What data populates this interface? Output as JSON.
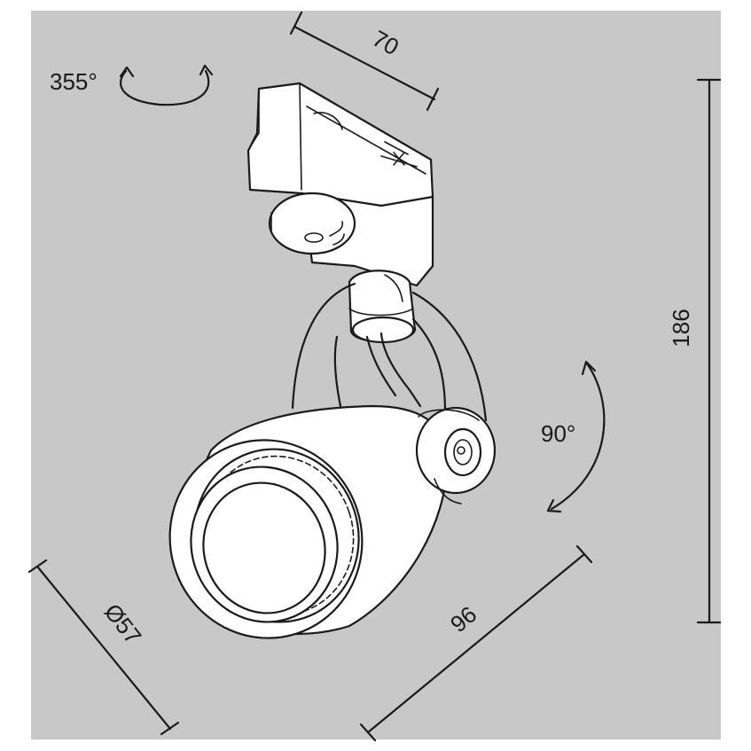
{
  "colors": {
    "background": "#c8c8c8",
    "line": "#1a1a1a",
    "fixture": "#ffffff"
  },
  "dimensions": {
    "width": "70",
    "rotation": "355°",
    "height": "186",
    "tilt": "90°",
    "length": "96",
    "diameter": "Ø57"
  },
  "icons": [
    "rotation-arrow-icon",
    "tilt-arrow-icon"
  ]
}
